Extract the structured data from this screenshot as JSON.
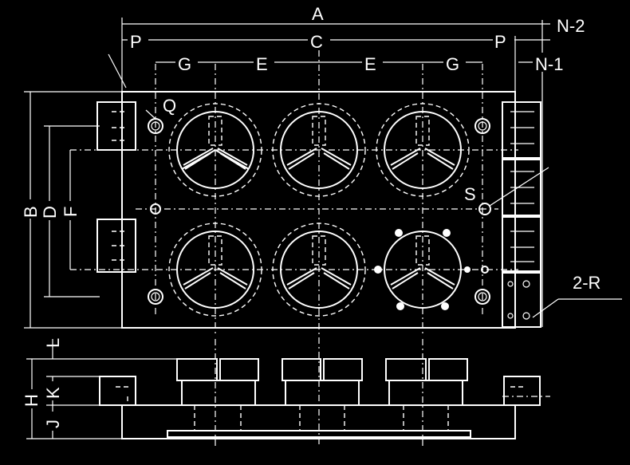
{
  "labels": {
    "A": "A",
    "C": "C",
    "P_left": "P",
    "P_right": "P",
    "G_left": "G",
    "E_left": "E",
    "E_right": "E",
    "G_right": "G",
    "N2": "N-2",
    "N1": "N-1",
    "Q": "Q",
    "S": "S",
    "R": "2-R",
    "B": "B",
    "D": "D",
    "F": "F",
    "H": "H",
    "K": "K",
    "J": "J",
    "L": "L"
  }
}
